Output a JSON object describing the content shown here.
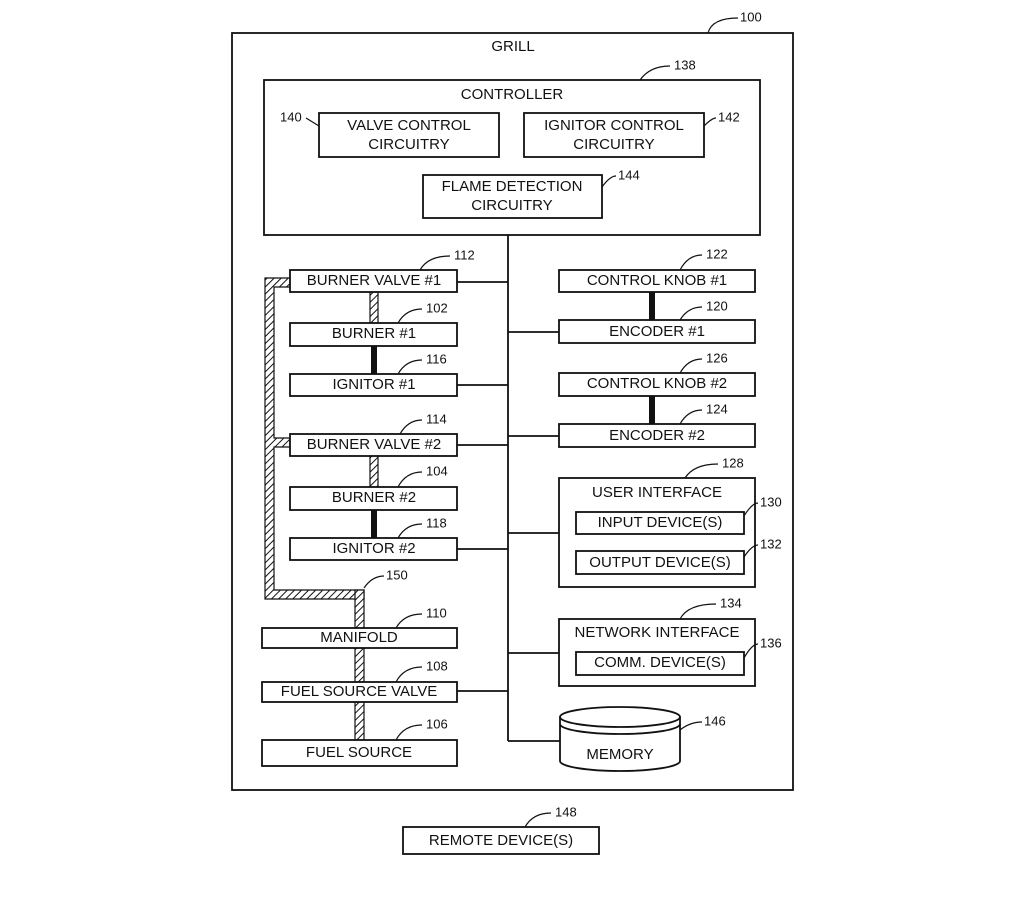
{
  "grill": {
    "label": "GRILL",
    "ref": "100"
  },
  "controller": {
    "label": "CONTROLLER",
    "ref": "138"
  },
  "valve_control": {
    "line1": "VALVE CONTROL",
    "line2": "CIRCUITRY",
    "ref": "140"
  },
  "ignitor_control": {
    "line1": "IGNITOR CONTROL",
    "line2": "CIRCUITRY",
    "ref": "142"
  },
  "flame_detection": {
    "line1": "FLAME DETECTION",
    "line2": "CIRCUITRY",
    "ref": "144"
  },
  "burner_valve_1": {
    "label": "BURNER VALVE #1",
    "ref": "112"
  },
  "burner_1": {
    "label": "BURNER #1",
    "ref": "102"
  },
  "ignitor_1": {
    "label": "IGNITOR #1",
    "ref": "116"
  },
  "burner_valve_2": {
    "label": "BURNER VALVE #2",
    "ref": "114"
  },
  "burner_2": {
    "label": "BURNER #2",
    "ref": "104"
  },
  "ignitor_2": {
    "label": "IGNITOR #2",
    "ref": "118"
  },
  "fuel_line_ref": "150",
  "manifold": {
    "label": "MANIFOLD",
    "ref": "110"
  },
  "fuel_source_valve": {
    "label": "FUEL SOURCE VALVE",
    "ref": "108"
  },
  "fuel_source": {
    "label": "FUEL SOURCE",
    "ref": "106"
  },
  "control_knob_1": {
    "label": "CONTROL KNOB #1",
    "ref": "122"
  },
  "encoder_1": {
    "label": "ENCODER #1",
    "ref": "120"
  },
  "control_knob_2": {
    "label": "CONTROL KNOB #2",
    "ref": "126"
  },
  "encoder_2": {
    "label": "ENCODER #2",
    "ref": "124"
  },
  "user_interface": {
    "label": "USER INTERFACE",
    "ref": "128"
  },
  "input_devices": {
    "label": "INPUT DEVICE(S)",
    "ref": "130"
  },
  "output_devices": {
    "label": "OUTPUT DEVICE(S)",
    "ref": "132"
  },
  "network_interface": {
    "label": "NETWORK INTERFACE",
    "ref": "134"
  },
  "comm_devices": {
    "label": "COMM. DEVICE(S)",
    "ref": "136"
  },
  "memory": {
    "label": "MEMORY",
    "ref": "146"
  },
  "remote_devices": {
    "label": "REMOTE DEVICE(S)",
    "ref": "148"
  }
}
